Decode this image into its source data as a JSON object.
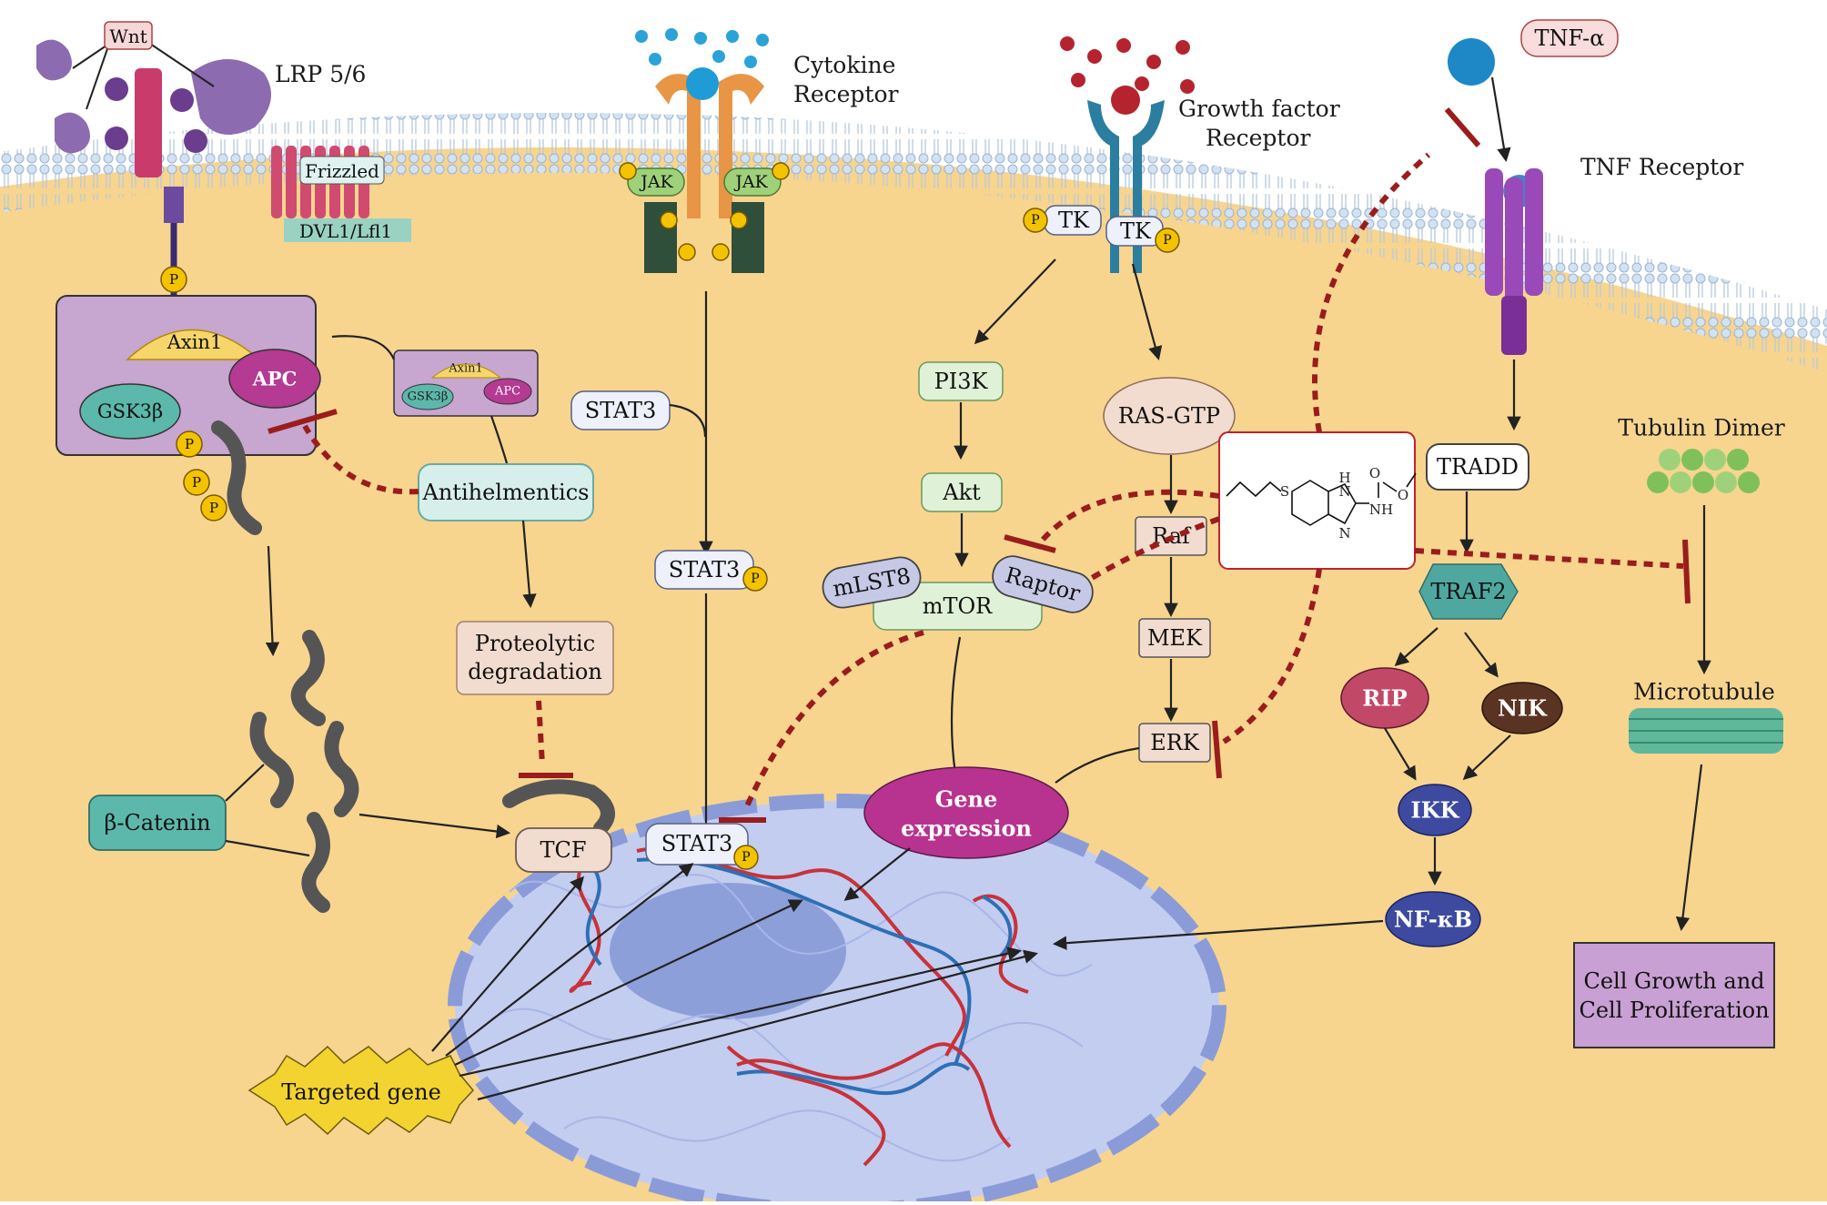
{
  "labels": {
    "wnt": "Wnt",
    "lrp": "LRP 5/6",
    "frizzled": "Frizzled",
    "dvl": "DVL1/Lfl1",
    "cytokine_receptor_line1": "Cytokine",
    "cytokine_receptor_line2": "Receptor",
    "jak": "JAK",
    "growth_factor_line1": "Growth factor",
    "growth_factor_line2": "Receptor",
    "tk": "TK",
    "tnf_alpha": "TNF-α",
    "tnf_receptor": "TNF Receptor",
    "axin1": "Axin1",
    "gsk3b": "GSK3β",
    "apc": "APC",
    "phospho": "P",
    "antihelmentics": "Antihelmentics",
    "proteolytic_line1": "Proteolytic",
    "proteolytic_line2": "degradation",
    "beta_catenin": "β-Catenin",
    "tcf": "TCF",
    "stat3": "STAT3",
    "pi3k": "PI3K",
    "akt": "Akt",
    "mlst8": "mLST8",
    "mtor": "mTOR",
    "raptor": "Raptor",
    "ras_gtp": "RAS-GTP",
    "raf": "Raf",
    "mek": "MEK",
    "erk": "ERK",
    "gene_expression_line1": "Gene",
    "gene_expression_line2": "expression",
    "tradd": "TRADD",
    "traf2": "TRAF2",
    "rip": "RIP",
    "nik": "NIK",
    "ikk": "IKK",
    "nfkb": "NF-κB",
    "tubulin_dimer": "Tubulin Dimer",
    "microtubule": "Microtubule",
    "cell_growth_line1": "Cell Growth and",
    "cell_growth_line2": "Cell Proliferation",
    "targeted_gene": "Targeted gene",
    "mol_s": "S",
    "mol_h": "H",
    "mol_n1": "N",
    "mol_n2": "N",
    "mol_nh": "NH",
    "mol_o1": "O",
    "mol_o2": "O"
  },
  "colors": {
    "cell": "#f7d58f",
    "membrane": "#c7d9ee",
    "inhibition": "#9b1c1c",
    "nucleus": "#c3cdf0",
    "teal": "#7bc5b8",
    "purple_complex": "#c7a6cf"
  }
}
